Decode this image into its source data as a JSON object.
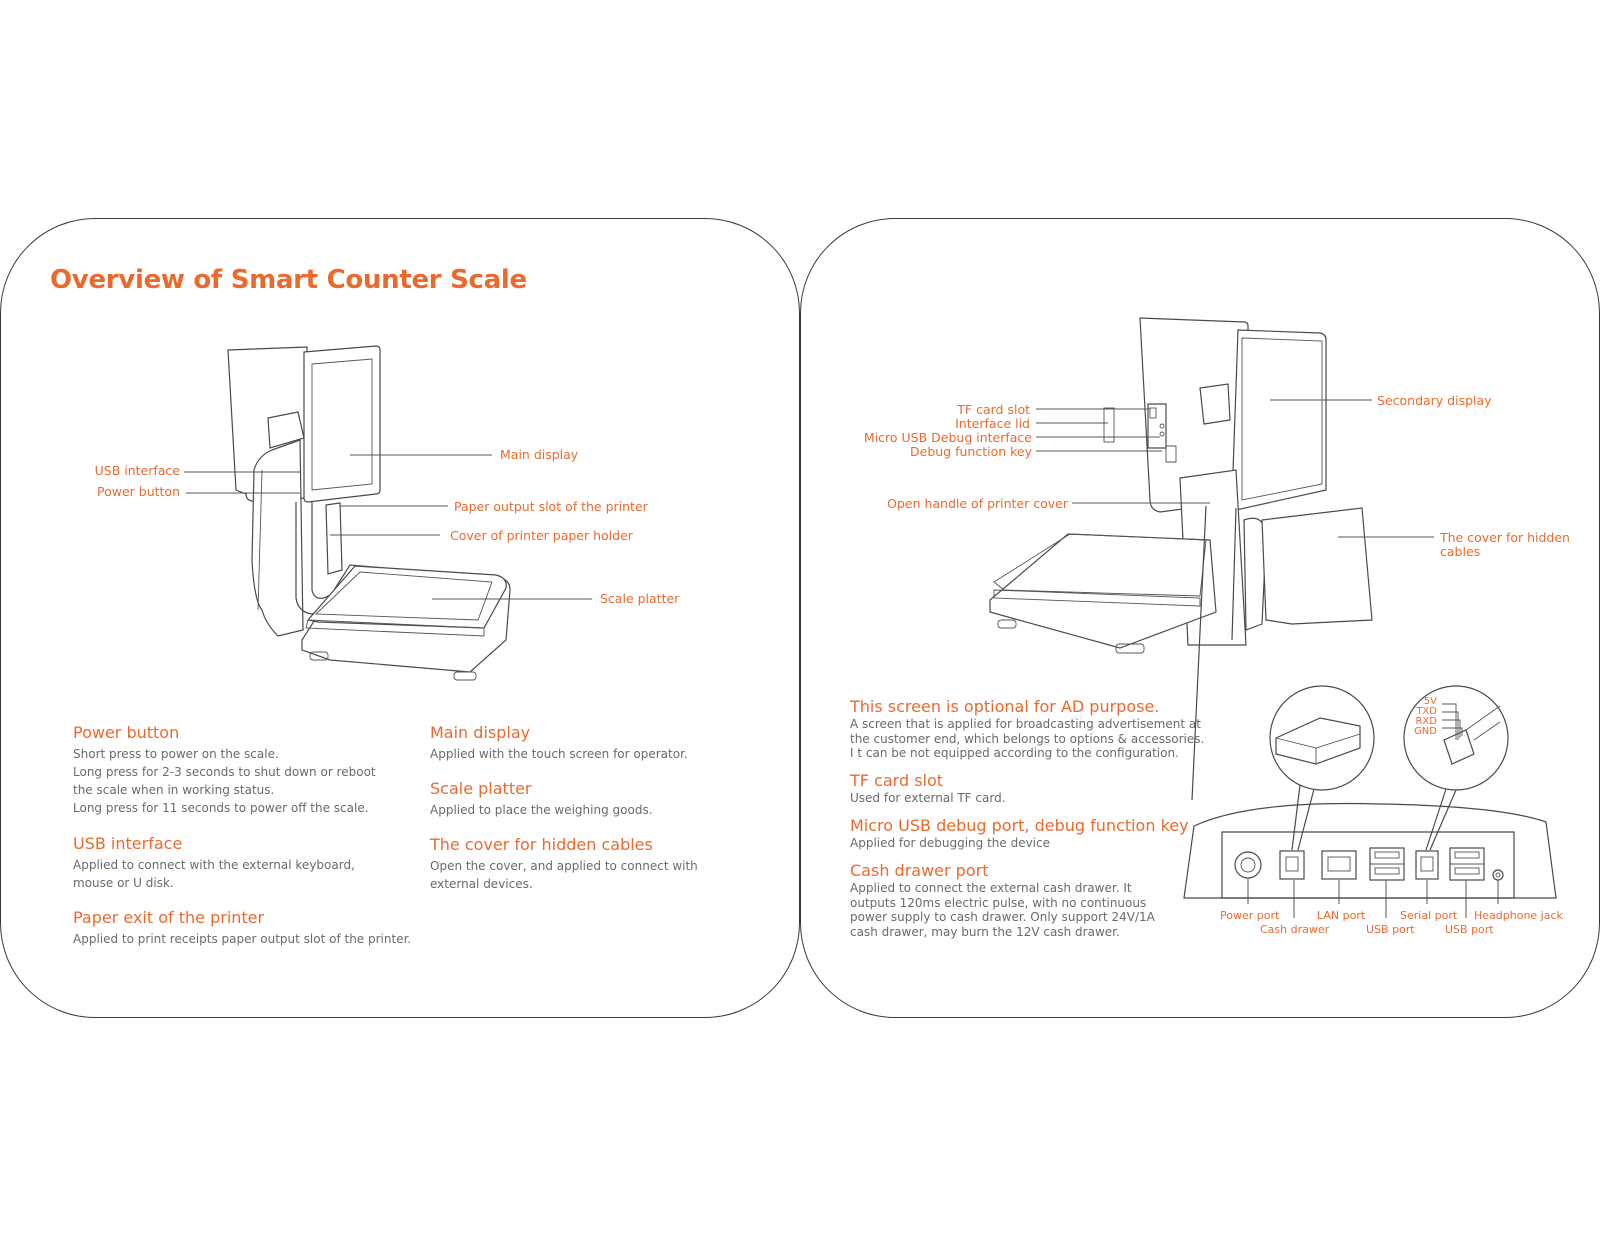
{
  "title": "Overview of Smart Counter Scale",
  "left_callouts": {
    "usb_interface": "USB interface",
    "power_button": "Power button",
    "main_display": "Main display",
    "paper_output_slot": "Paper output slot of the printer",
    "cover_printer_paper_holder": "Cover of printer paper holder",
    "scale_platter": "Scale platter"
  },
  "left_sections": [
    {
      "heading": "Power button",
      "lines": [
        "Short press to power on the scale.",
        "Long press for 2-3 seconds to shut down or reboot",
        "the scale when in working status.",
        "Long press for 11 seconds to power off the scale."
      ]
    },
    {
      "heading": "USB interface",
      "lines": [
        "Applied to connect with the external keyboard,",
        "mouse or U disk."
      ]
    },
    {
      "heading": "Paper exit of the printer",
      "lines": [
        "Applied to print receipts paper output slot of the printer."
      ]
    },
    {
      "heading": "Main display",
      "lines": [
        "Applied with the touch screen for operator."
      ]
    },
    {
      "heading": "Scale platter",
      "lines": [
        "Applied to place the weighing goods."
      ]
    },
    {
      "heading": "The cover for hidden cables",
      "lines": [
        "Open the cover, and applied to connect with",
        "external devices."
      ]
    }
  ],
  "right_callouts": {
    "tf_card_slot": "TF card slot",
    "interface_lid": "Interface lid",
    "micro_usb_debug": "Micro USB Debug interface",
    "debug_function_key": "Debug function key",
    "open_handle": "Open handle of printer cover",
    "secondary_display": "Secondary display",
    "hidden_cables_cover": [
      "The cover for hidden",
      "cables"
    ]
  },
  "right_sections": [
    {
      "heading": "This screen is optional for AD purpose.",
      "lines": [
        "A screen that is applied for broadcasting advertisement at",
        "the customer end, which belongs to options & accessories.",
        "I t can be not equipped according to the configuration."
      ]
    },
    {
      "heading": "TF card slot",
      "lines": [
        "Used for external TF card."
      ]
    },
    {
      "heading": "Micro USB debug port, debug function key",
      "lines": [
        "Applied for debugging the device"
      ]
    },
    {
      "heading": "Cash drawer port",
      "lines": [
        "Applied to connect the external cash drawer.  It",
        "outputs 120ms electric pulse, with no continuous",
        "power supply to cash drawer. Only support 24V/1A",
        "cash drawer, may burn the 12V cash drawer."
      ]
    }
  ],
  "serial_pins": [
    "5V",
    "TXD",
    "RXD",
    "GND"
  ],
  "ports": {
    "power_port": "Power port",
    "cash_drawer": "Cash drawer",
    "lan_port": "LAN port",
    "usb_port_1": "USB port",
    "serial_port": "Serial port",
    "usb_port_2": "USB port",
    "headphone_jack": "Headphone jack"
  },
  "colors": {
    "accent": "#ea6a2e",
    "body_text": "#6a6a6a",
    "line": "#4a4a4a"
  }
}
